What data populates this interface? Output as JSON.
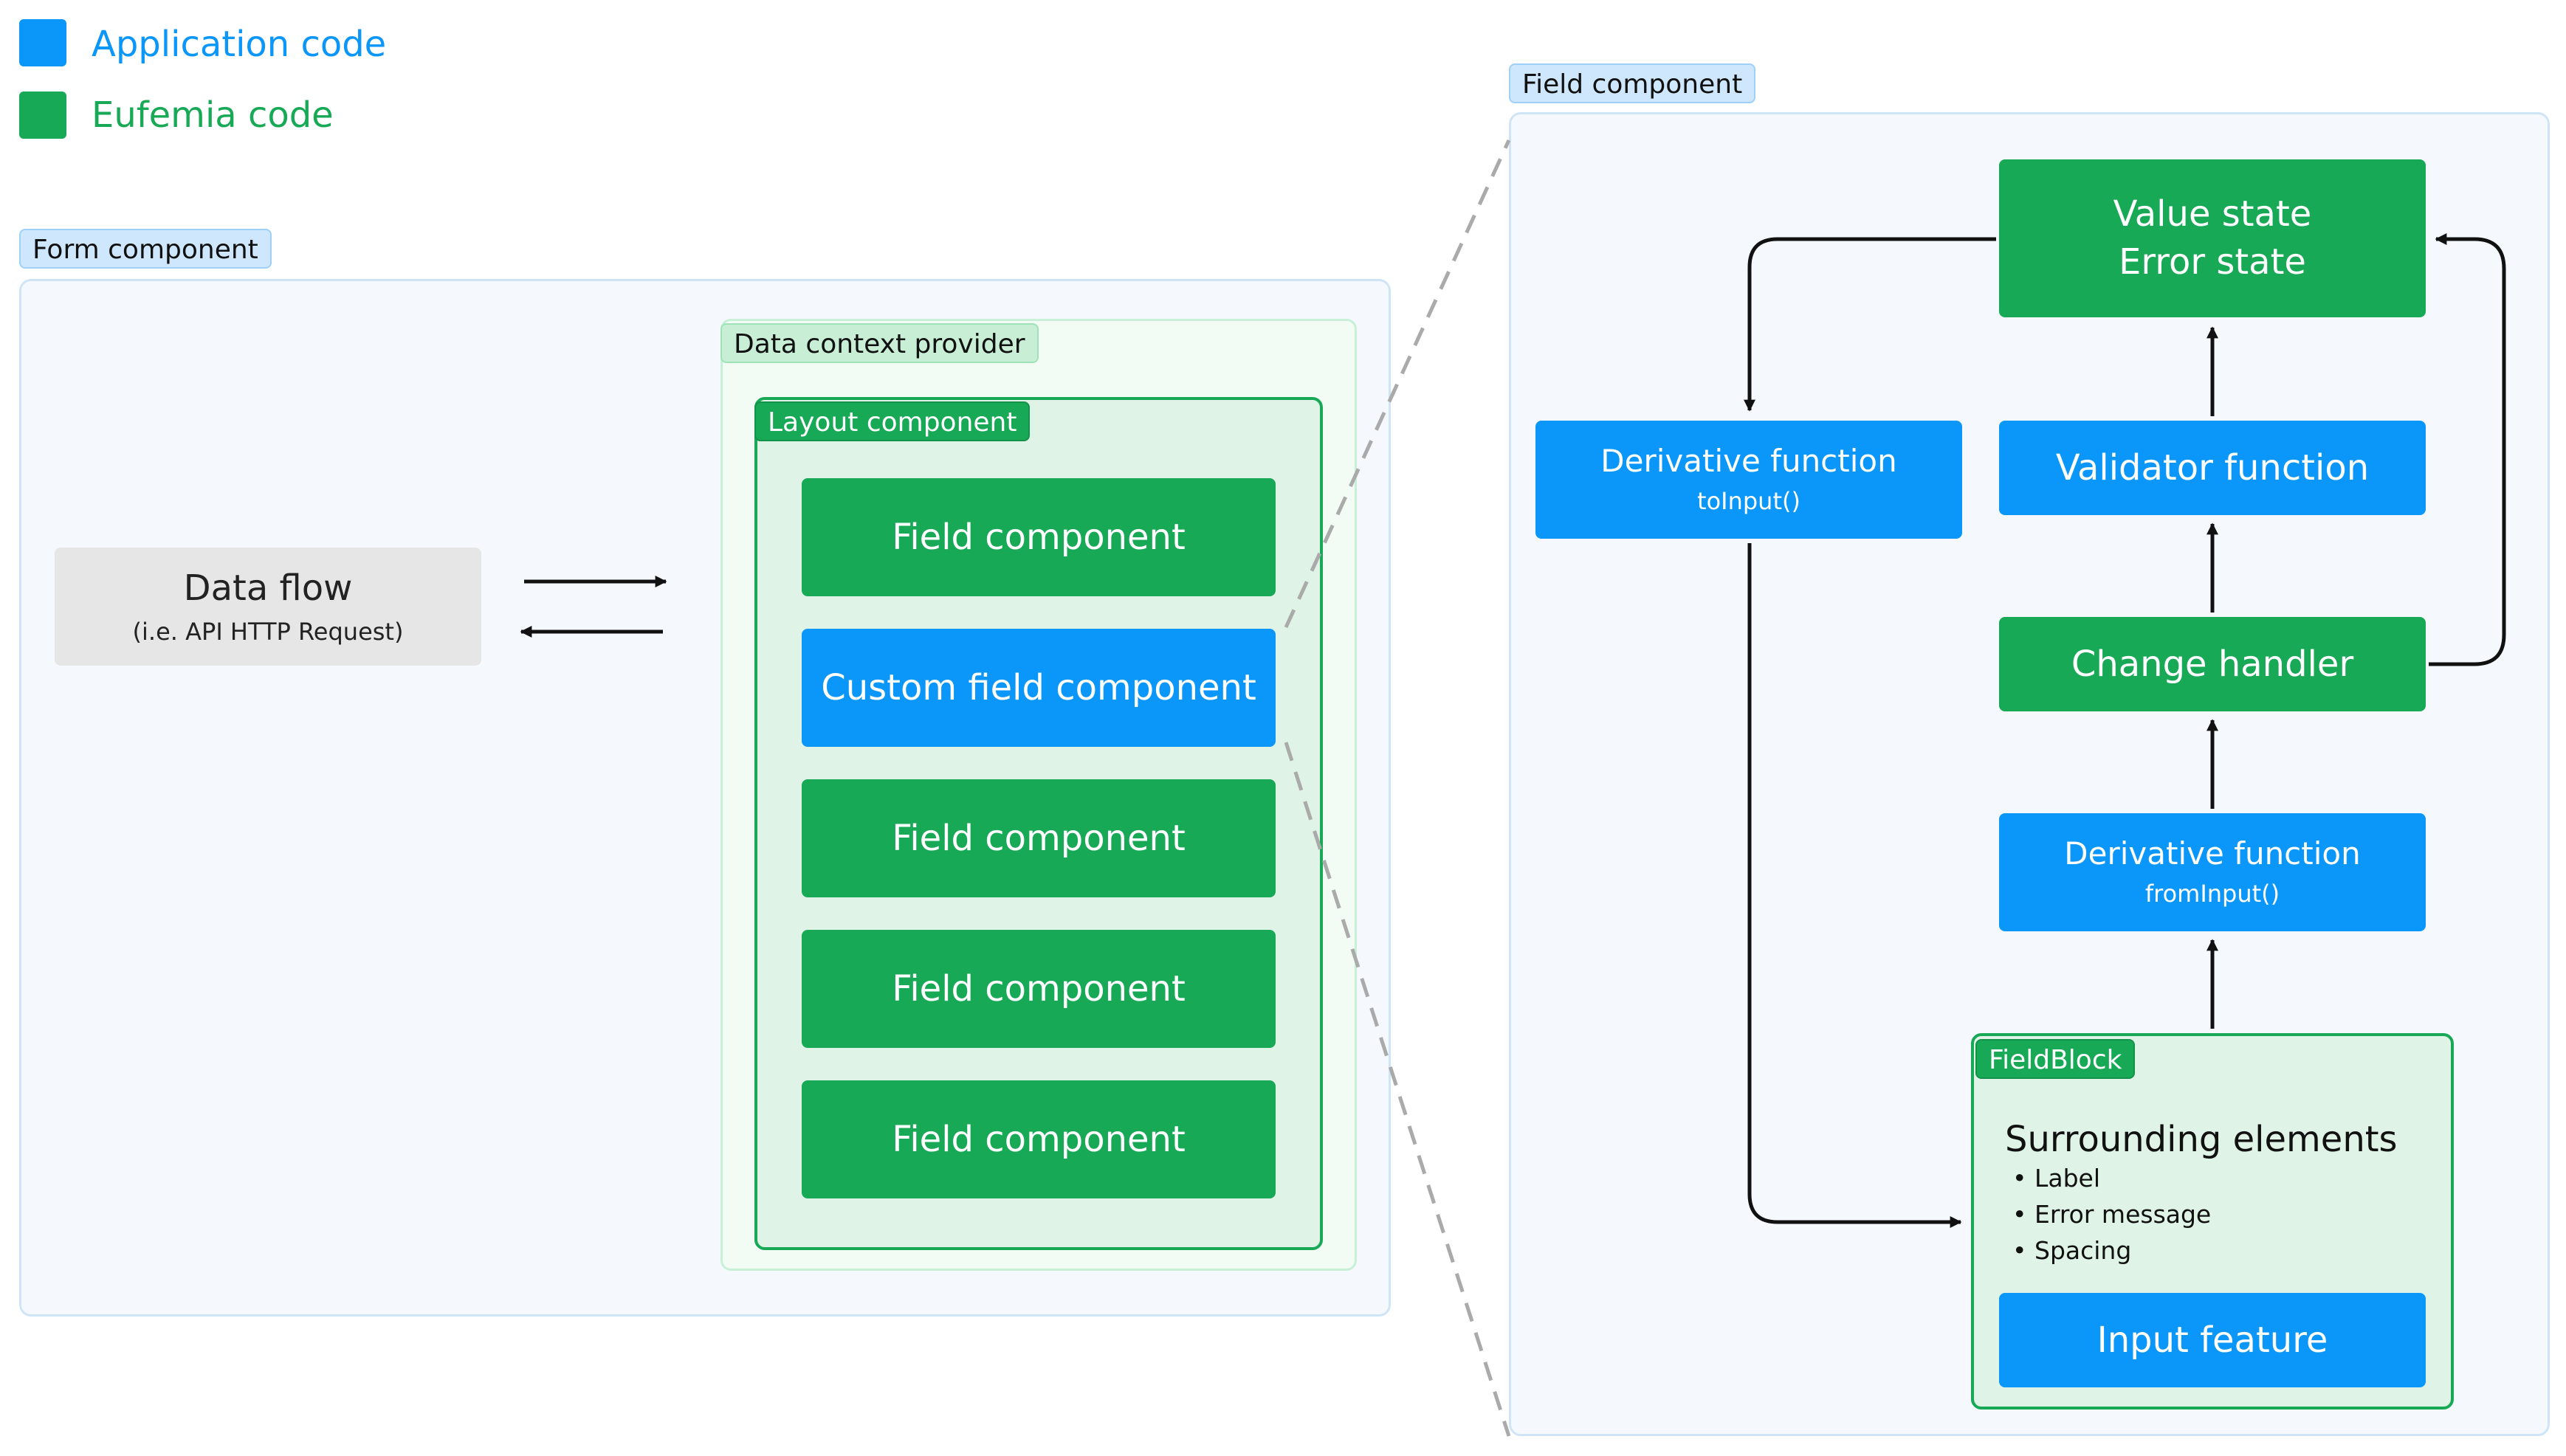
{
  "legend": [
    {
      "label": "Application code",
      "color": "#0b96fa"
    },
    {
      "label": "Eufemia code",
      "color": "#18a957"
    }
  ],
  "form": {
    "tag": "Form component",
    "data_flow": {
      "title": "Data flow",
      "subtitle": "(i.e. API HTTP Request)"
    },
    "provider": {
      "tag": "Data context provider",
      "layout": {
        "tag": "Layout component",
        "items": [
          {
            "label": "Field component"
          },
          {
            "label": "Custom field component"
          },
          {
            "label": "Field component"
          },
          {
            "label": "Field component"
          },
          {
            "label": "Field component"
          }
        ]
      }
    }
  },
  "field": {
    "tag": "Field component",
    "state": {
      "line1": "Value state",
      "line2": "Error state"
    },
    "to_input": {
      "title": "Derivative function",
      "subtitle": "toInput()"
    },
    "validator": {
      "label": "Validator function"
    },
    "change_handler": {
      "label": "Change handler"
    },
    "from_input": {
      "title": "Derivative function",
      "subtitle": "fromInput()"
    },
    "field_block": {
      "tag": "FieldBlock",
      "title": "Surrounding elements",
      "bullets": [
        "Label",
        "Error message",
        "Spacing"
      ],
      "input_feature": "Input feature"
    }
  },
  "colors": {
    "application": "#0b96fa",
    "eufemia": "#18a957"
  }
}
